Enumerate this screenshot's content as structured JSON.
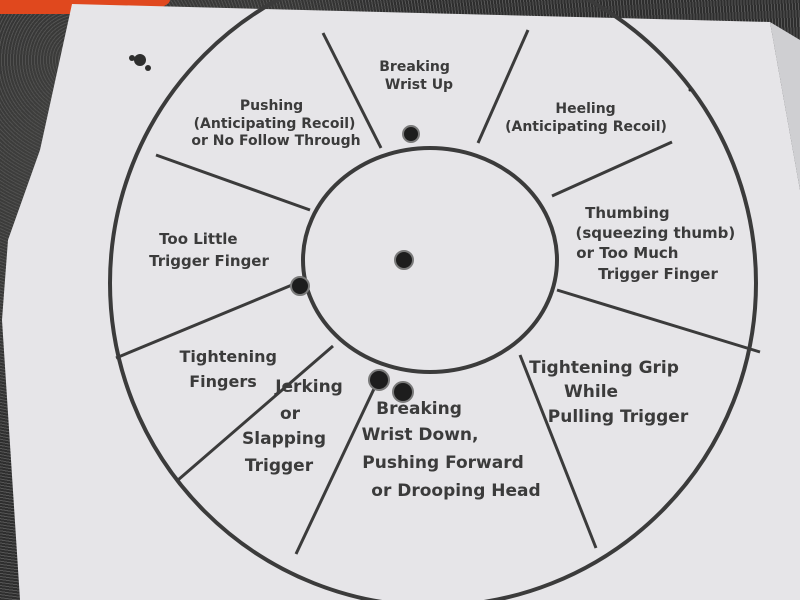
{
  "target": {
    "segments": [
      {
        "id": "breaking-wrist-up",
        "lines": [
          "Breaking",
          "Wrist Up"
        ]
      },
      {
        "id": "heeling",
        "lines": [
          "Heeling",
          "(Anticipating Recoil)"
        ]
      },
      {
        "id": "thumbing",
        "lines": [
          "Thumbing",
          "(squeezing thumb)",
          "or Too Much",
          "Trigger Finger"
        ]
      },
      {
        "id": "tightening-grip",
        "lines": [
          "Tightening Grip",
          "While",
          "Pulling Trigger"
        ]
      },
      {
        "id": "breaking-wrist-down",
        "lines": [
          "Breaking",
          "Wrist Down,",
          "Pushing Forward",
          "or Drooping Head"
        ]
      },
      {
        "id": "jerking",
        "lines": [
          "Jerking",
          "or",
          "Slapping",
          "Trigger"
        ]
      },
      {
        "id": "tightening-fingers",
        "lines": [
          "Tightening",
          "Fingers"
        ]
      },
      {
        "id": "too-little-trigger-finger",
        "lines": [
          "Too Little",
          "Trigger Finger"
        ]
      },
      {
        "id": "pushing",
        "lines": [
          "Pushing",
          "(Anticipating Recoil)",
          "or No Follow Through"
        ]
      }
    ]
  },
  "colors": {
    "paper": "#e6e5e8",
    "ink": "#3b3b3b",
    "hole": "#1d1d1d",
    "background": "#333333",
    "tape": "#e0481e"
  },
  "bullet_holes_count": 5
}
